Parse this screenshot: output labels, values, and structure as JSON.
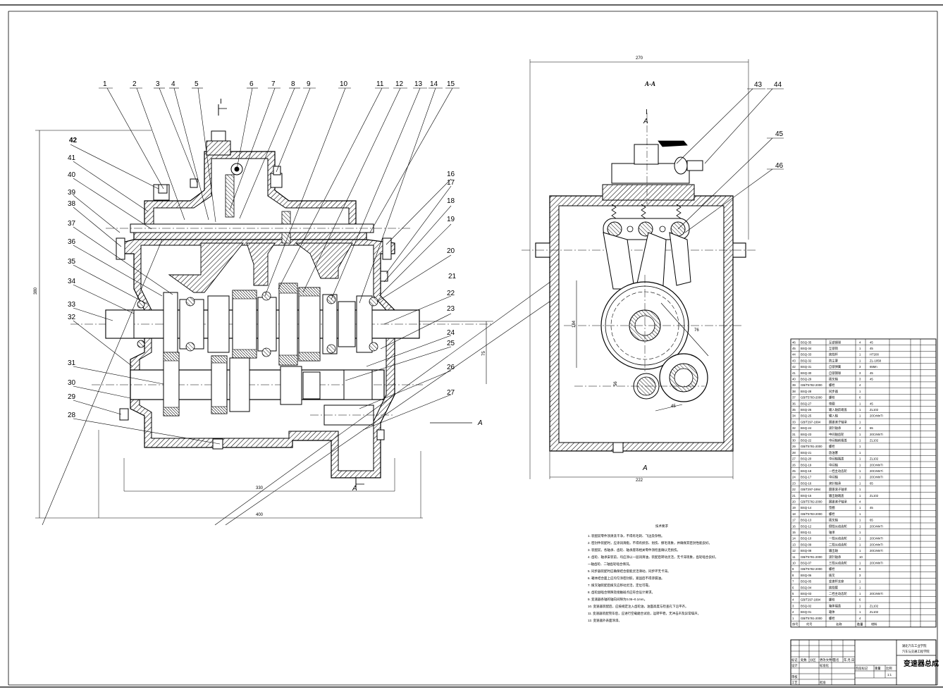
{
  "sheet": {
    "main_view": {
      "callouts": [
        "1",
        "2",
        "3",
        "4",
        "5",
        "6",
        "7",
        "8",
        "9",
        "10",
        "11",
        "12",
        "13",
        "14",
        "15",
        "16",
        "17",
        "18",
        "19",
        "20",
        "21",
        "22",
        "23",
        "24",
        "25",
        "26",
        "27",
        "28",
        "29",
        "30",
        "31",
        "32",
        "33",
        "34",
        "35",
        "36",
        "37",
        "38",
        "39",
        "40",
        "41",
        "42"
      ],
      "section_mark_top": "I",
      "section_mark_bottom": "A",
      "section_arrow_label": "A",
      "dim_width_inner": "330",
      "dim_width_outer": "400",
      "dim_height": "380",
      "dim_center_distance": "75"
    },
    "section_view": {
      "title": "A-A",
      "callouts": [
        "43",
        "44",
        "45",
        "46"
      ],
      "dim_top": "270",
      "dim_bottom": "222",
      "mark_top": "I",
      "mark_top_letter": "A",
      "mark_bottom": "A",
      "dim_gear_small": "45",
      "dim_vertical": "184",
      "dim_radius": "76",
      "dim_radius_small": "56"
    },
    "technical_requirements": {
      "heading": "技术要求",
      "items": [
        "1. 装配前零件须清洗干净，不得有毛刺、飞边及杂物。",
        "2. 密封件装配时，应涂润滑脂，不得有损伤、划伤、擦毛现象，并确保其密封性能良好。",
        "3. 装配前，各轴承、齿轮、轴承座等相关零件须检查确认无损伤。",
        "4. 齿轮、轴承安装前，均应涂以一层润滑油，装配后转动灵活，无卡滞现象，齿轮啮合良好。",
        "   一轴齿轮、二轴齿轮啮合情况。",
        "5. 同步器装配时应确保结合套能灵活滑动，同步环无卡滞。",
        "6. 箱体结合面上应均匀涂密封胶，紧固后不得渗漏油。",
        "7. 拨叉轴装配后拨叉应移动灵活，定位可靠。",
        "8. 齿轮副啮合侧隙及接触斑点应符合设计要求。",
        "9. 变速器各轴的轴向间隙为0.05~0.1mm。",
        "10. 变速器装配后，应按规定注入齿轮油，油面高度与检查孔下沿平齐。",
        "11. 变速器装配完毕后，应进行空载磨合试验，运转平稳，无冲击声及异常噪声。",
        "12. 变速器外表面涂漆。"
      ]
    },
    "bom": {
      "rows": [
        [
          "46",
          "BSQ-35",
          "互锁钢球",
          "4",
          "45"
        ],
        [
          "45",
          "BSQ-34",
          "互锁销",
          "1",
          "45"
        ],
        [
          "44",
          "BSQ-33",
          "换挡杆",
          "1",
          "HT200"
        ],
        [
          "43",
          "BSQ-32",
          "防尘罩",
          "1",
          "ZL-1058"
        ],
        [
          "42",
          "BSQ-31",
          "自锁弹簧",
          "3",
          "65Mn"
        ],
        [
          "41",
          "BSQ-30",
          "自锁钢球",
          "3",
          "45"
        ],
        [
          "40",
          "BSQ-29",
          "拨叉轴",
          "3",
          "45"
        ],
        [
          "39",
          "GB/T5782-2000",
          "螺栓",
          "4",
          ""
        ],
        [
          "38",
          "BSQ-28",
          "同步器",
          "1",
          ""
        ],
        [
          "37",
          "GB/T5783-2000",
          "螺栓",
          "6",
          ""
        ],
        [
          "36",
          "BSQ-27",
          "垫圈",
          "1",
          "45"
        ],
        [
          "35",
          "BSQ-26",
          "输入轴前端盖",
          "1",
          "ZL102"
        ],
        [
          "34",
          "BSQ-25",
          "输入轴",
          "1",
          "20CrMnTi"
        ],
        [
          "33",
          "GB/T297-1994",
          "圆锥滚子轴承",
          "1",
          ""
        ],
        [
          "32",
          "BSQ-24",
          "滚针轴承",
          "4",
          "65"
        ],
        [
          "31",
          "BSQ-23",
          "中间轴齿轮",
          "1",
          "20CrMnTi"
        ],
        [
          "30",
          "BSQ-22",
          "中间轴前端盖",
          "1",
          "ZL102"
        ],
        [
          "29",
          "GB/T5781-2000",
          "螺栓",
          "1",
          ""
        ],
        [
          "28",
          "BSQ-21",
          "放油塞",
          "1",
          ""
        ],
        [
          "27",
          "BSQ-20",
          "中间轴端盖",
          "1",
          "ZL102"
        ],
        [
          "26",
          "BSQ-19",
          "中间轴",
          "1",
          "20CrMnTi"
        ],
        [
          "25",
          "BSQ-18",
          "一挡主动齿轮",
          "1",
          "20CrMnTi"
        ],
        [
          "24",
          "BSQ-17",
          "中间轴",
          "1",
          "20CrMnTi"
        ],
        [
          "23",
          "BSQ-16",
          "滚针轴承",
          "1",
          "65"
        ],
        [
          "22",
          "GB/T297-1994",
          "圆锥滚子轴承",
          "1",
          ""
        ],
        [
          "21",
          "BSQ-15",
          "输出轴端盖",
          "1",
          "ZL102"
        ],
        [
          "20",
          "GB/T5782-2000",
          "圆锥滚子轴承",
          "4",
          ""
        ],
        [
          "19",
          "BSQ-14",
          "垫圈",
          "1",
          "45"
        ],
        [
          "18",
          "GB/T5783-2000",
          "螺栓",
          "1",
          ""
        ],
        [
          "17",
          "BSQ-13",
          "拨叉轴",
          "1",
          "65"
        ],
        [
          "16",
          "BSQ-12",
          "倒挡从动齿轮",
          "1",
          "20CrMnTi"
        ],
        [
          "15",
          "BSQ-11",
          "轴承",
          "1",
          ""
        ],
        [
          "14",
          "BSQ-10",
          "一挡从动齿轮",
          "1",
          "20CrMnTi"
        ],
        [
          "13",
          "BSQ-09",
          "二挡从动齿轮",
          "1",
          "20CrMnTi"
        ],
        [
          "12",
          "BSQ-08",
          "输出轴",
          "1",
          "20CrMnTi"
        ],
        [
          "11",
          "GB/T5781-2000",
          "滚针轴承",
          "10",
          ""
        ],
        [
          "10",
          "BSQ-07",
          "三挡从动齿轮",
          "1",
          "20CrMnTi"
        ],
        [
          "9",
          "GB/T5782-2000",
          "螺栓",
          "8",
          ""
        ],
        [
          "8",
          "BSQ-06",
          "拨叉",
          "3",
          ""
        ],
        [
          "7",
          "BSQ-05",
          "变速杆支座",
          "1",
          ""
        ],
        [
          "6",
          "BSQ-04",
          "换挡臂",
          "1",
          ""
        ],
        [
          "5",
          "BSQ-03",
          "二挡主动齿轮",
          "1",
          "20CrMnTi"
        ],
        [
          "4",
          "GB/T297-1994",
          "螺栓",
          "6",
          ""
        ],
        [
          "3",
          "BSQ-02",
          "箱体端盖",
          "1",
          "ZL102"
        ],
        [
          "2",
          "BSQ-01",
          "箱体",
          "1",
          "ZL102"
        ],
        [
          "1",
          "GB/T5781-2000",
          "螺栓",
          "4",
          ""
        ]
      ],
      "header": [
        "序号",
        "代号",
        "名称",
        "数量",
        "材料"
      ]
    },
    "title_block": {
      "school": "湖北汽车工业学院",
      "dept": "汽车与交通工程学院",
      "drawing_title": "变速器总成",
      "scale": "1:1",
      "labels": [
        "标记",
        "处数",
        "分区",
        "更改文件号",
        "签名",
        "年.月.日",
        "设计",
        "标准化",
        "阶段标记",
        "重量",
        "比例",
        "审核",
        "工艺",
        "批准"
      ]
    }
  },
  "colors": {
    "line": "#000000",
    "paper": "#ffffff"
  }
}
